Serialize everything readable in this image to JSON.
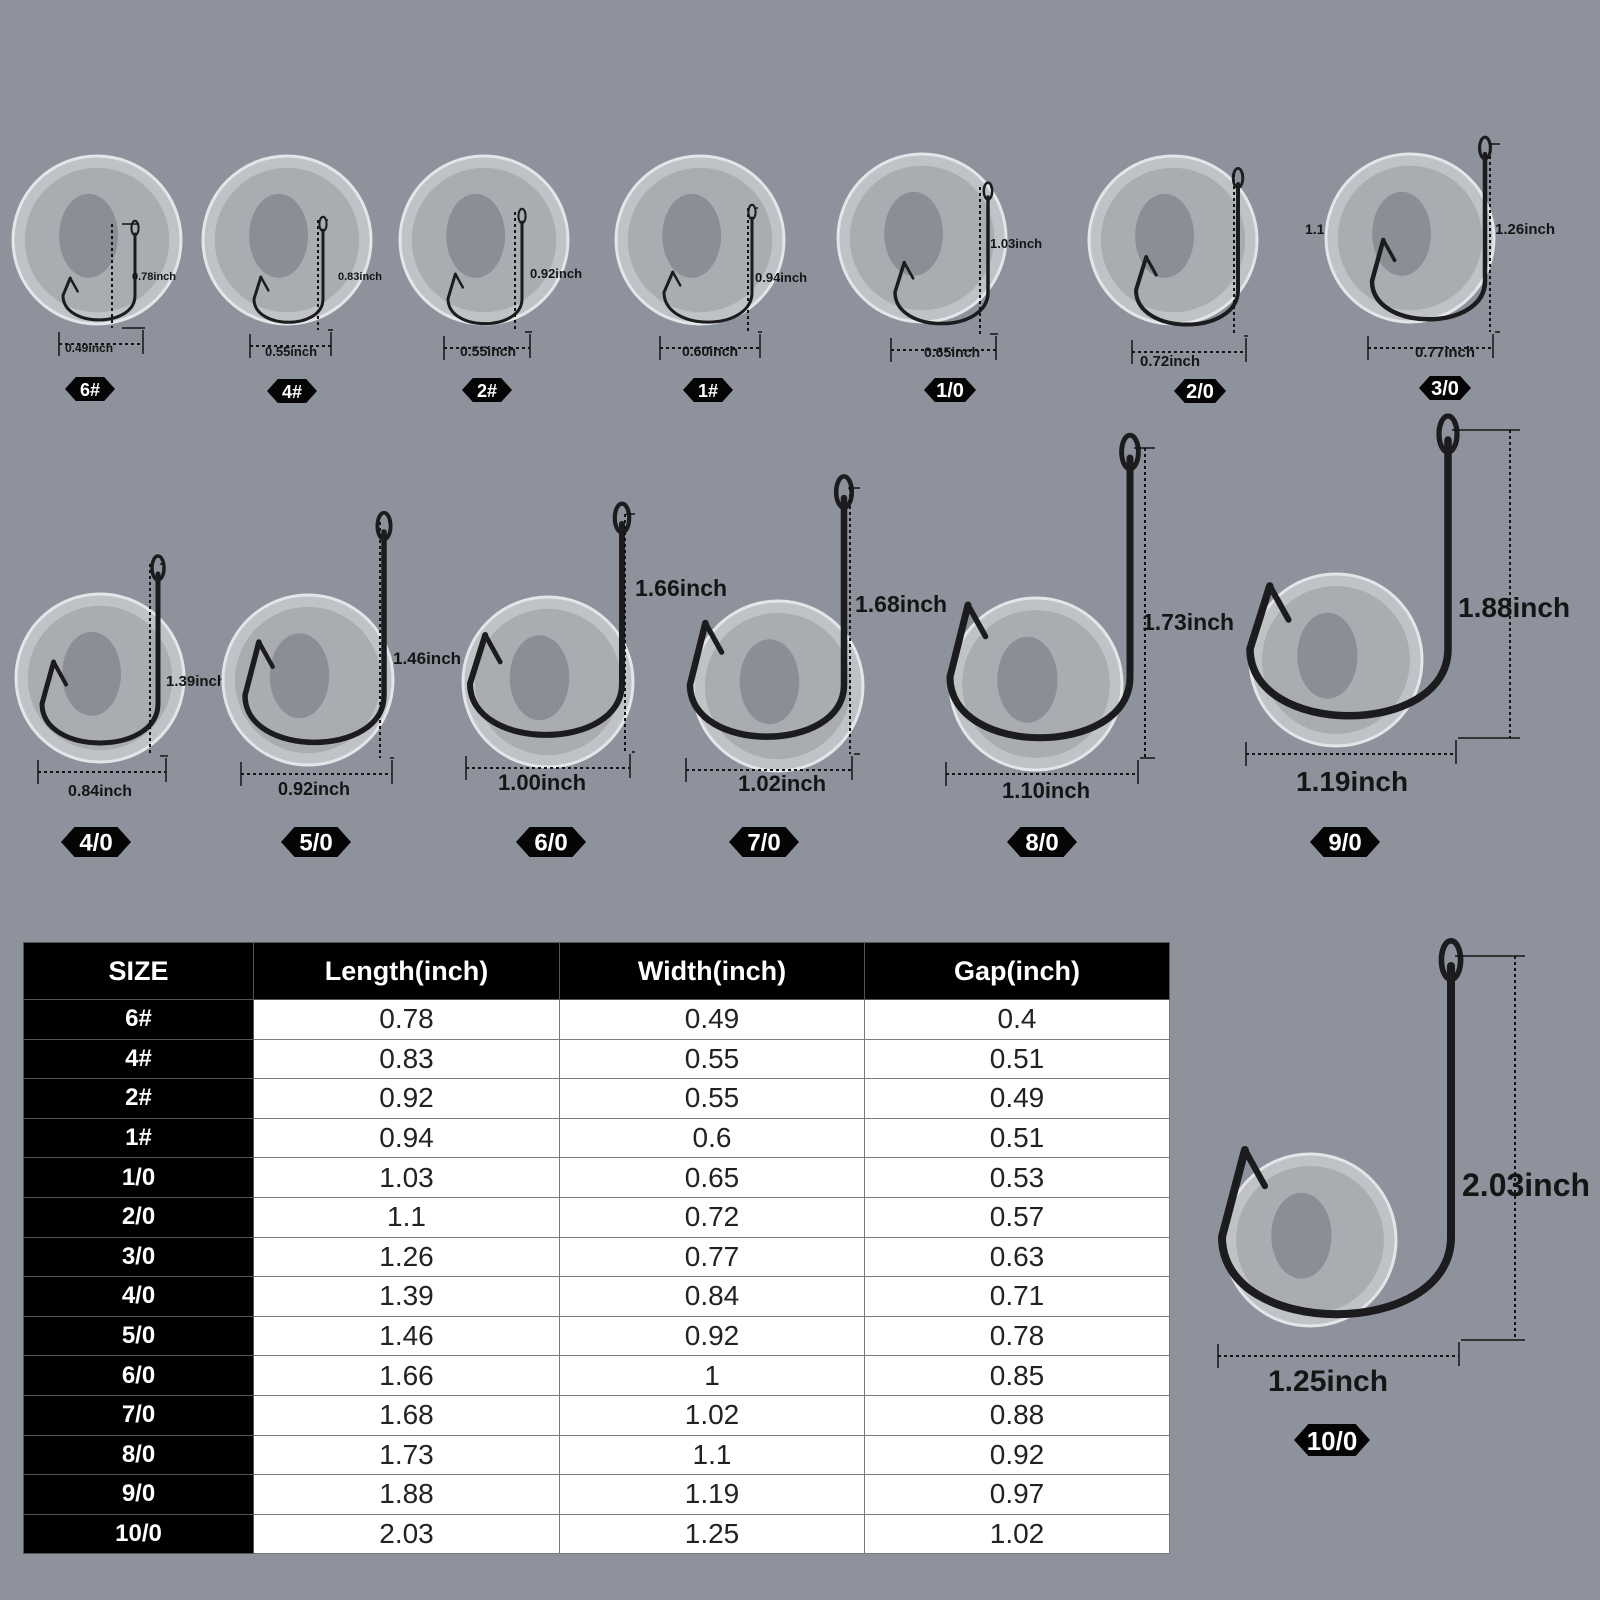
{
  "hooks": [
    {
      "size": "6#",
      "length": "0.78inch",
      "width": "0.49inch"
    },
    {
      "size": "4#",
      "length": "0.83inch",
      "width": "0.55inch"
    },
    {
      "size": "2#",
      "length": "0.92inch",
      "width": "0.55inch"
    },
    {
      "size": "1#",
      "length": "0.94inch",
      "width": "0.60inch"
    },
    {
      "size": "1/0",
      "length": "1.03inch",
      "width": "0.65inch"
    },
    {
      "size": "2/0",
      "length": "1.10inch",
      "width": "0.72inch"
    },
    {
      "size": "3/0",
      "length": "1.26inch",
      "width": "0.77inch"
    },
    {
      "size": "4/0",
      "length": "1.39inch",
      "width": "0.84inch"
    },
    {
      "size": "5/0",
      "length": "1.46inch",
      "width": "0.92inch"
    },
    {
      "size": "6/0",
      "length": "1.66inch",
      "width": "1.00inch"
    },
    {
      "size": "7/0",
      "length": "1.68inch",
      "width": "1.02inch"
    },
    {
      "size": "8/0",
      "length": "1.73inch",
      "width": "1.10inch"
    },
    {
      "size": "9/0",
      "length": "1.88inch",
      "width": "1.19inch"
    },
    {
      "size": "10/0",
      "length": "2.03inch",
      "width": "1.25inch"
    }
  ],
  "table": {
    "headers": [
      "SIZE",
      "Length(inch)",
      "Width(inch)",
      "Gap(inch)"
    ],
    "rows": [
      [
        "6#",
        "0.78",
        "0.49",
        "0.4"
      ],
      [
        "4#",
        "0.83",
        "0.55",
        "0.51"
      ],
      [
        "2#",
        "0.92",
        "0.55",
        "0.49"
      ],
      [
        "1#",
        "0.94",
        "0.6",
        "0.51"
      ],
      [
        "1/0",
        "1.03",
        "0.65",
        "0.53"
      ],
      [
        "2/0",
        "1.1",
        "0.72",
        "0.57"
      ],
      [
        "3/0",
        "1.26",
        "0.77",
        "0.63"
      ],
      [
        "4/0",
        "1.39",
        "0.84",
        "0.71"
      ],
      [
        "5/0",
        "1.46",
        "0.92",
        "0.78"
      ],
      [
        "6/0",
        "1.66",
        "1",
        "0.85"
      ],
      [
        "7/0",
        "1.68",
        "1.02",
        "0.88"
      ],
      [
        "8/0",
        "1.73",
        "1.1",
        "0.92"
      ],
      [
        "9/0",
        "1.88",
        "1.19",
        "0.97"
      ],
      [
        "10/0",
        "2.03",
        "1.25",
        "1.02"
      ]
    ]
  }
}
